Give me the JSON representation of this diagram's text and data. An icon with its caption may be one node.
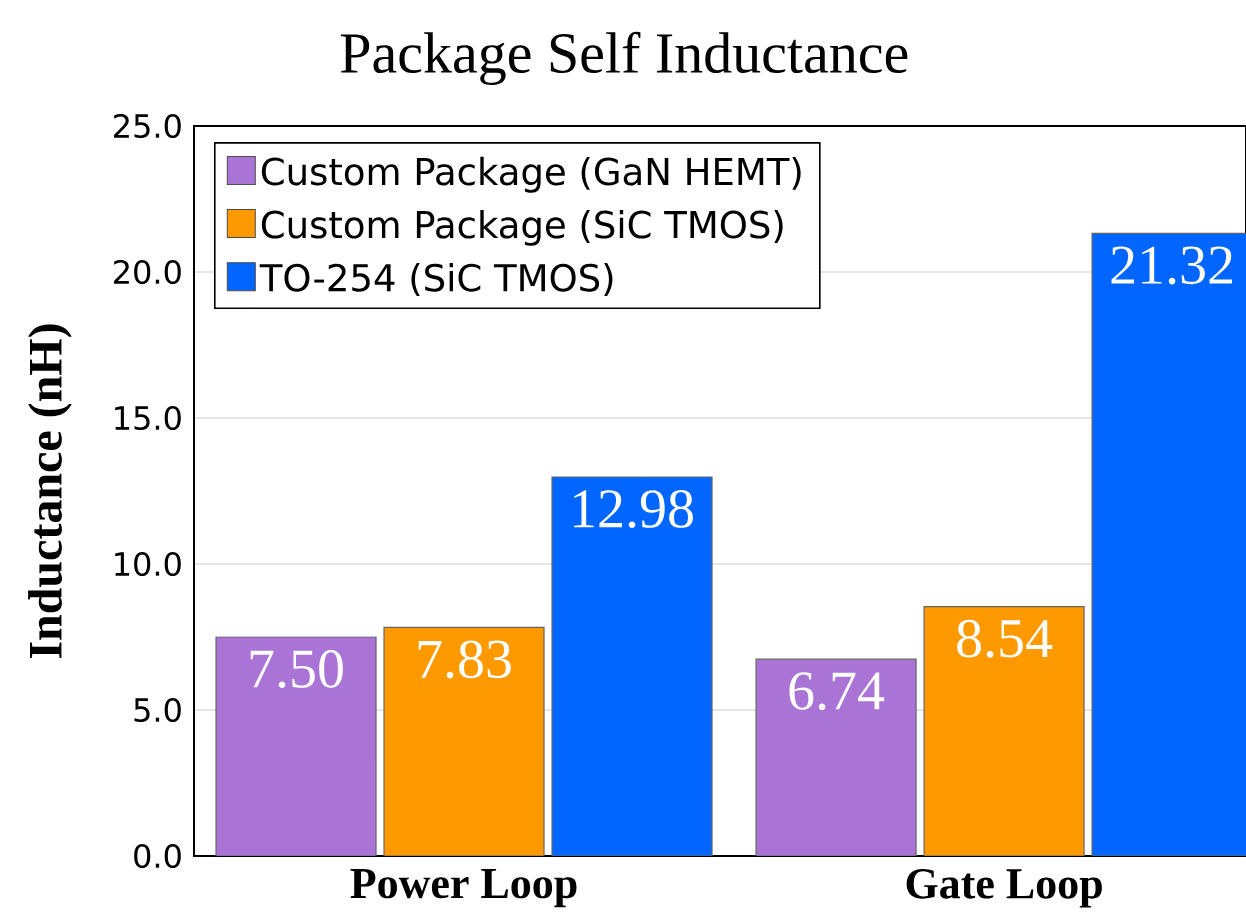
{
  "diagram": {
    "chart_data": {
      "type": "bar",
      "title": "Package Self Inductance",
      "ylabel": "Inductance (nH)",
      "categories": [
        "Power Loop",
        "Gate Loop"
      ],
      "series": [
        {
          "name": "Custom Package (GaN HEMT)",
          "color": "#a974d6",
          "values": [
            7.5,
            6.74
          ]
        },
        {
          "name": "Custom Package (SiC TMOS)",
          "color": "#ff9900",
          "values": [
            7.83,
            8.54
          ]
        },
        {
          "name": "TO-254 (SiC TMOS)",
          "color": "#0066ff",
          "values": [
            12.98,
            21.32
          ]
        }
      ],
      "ylim": [
        0,
        25
      ],
      "yticks": [
        {
          "value": 0,
          "label": "0.0"
        },
        {
          "value": 5,
          "label": "5.0"
        },
        {
          "value": 10,
          "label": "10.0"
        },
        {
          "value": 15,
          "label": "15.0"
        },
        {
          "value": 20,
          "label": "20.0"
        },
        {
          "value": 25,
          "label": "25.0"
        }
      ],
      "grid": "y",
      "legend": true,
      "value_labels": [
        [
          "7.50",
          "6.74"
        ],
        [
          "7.83",
          "8.54"
        ],
        [
          "12.98",
          "21.32"
        ]
      ]
    }
  }
}
